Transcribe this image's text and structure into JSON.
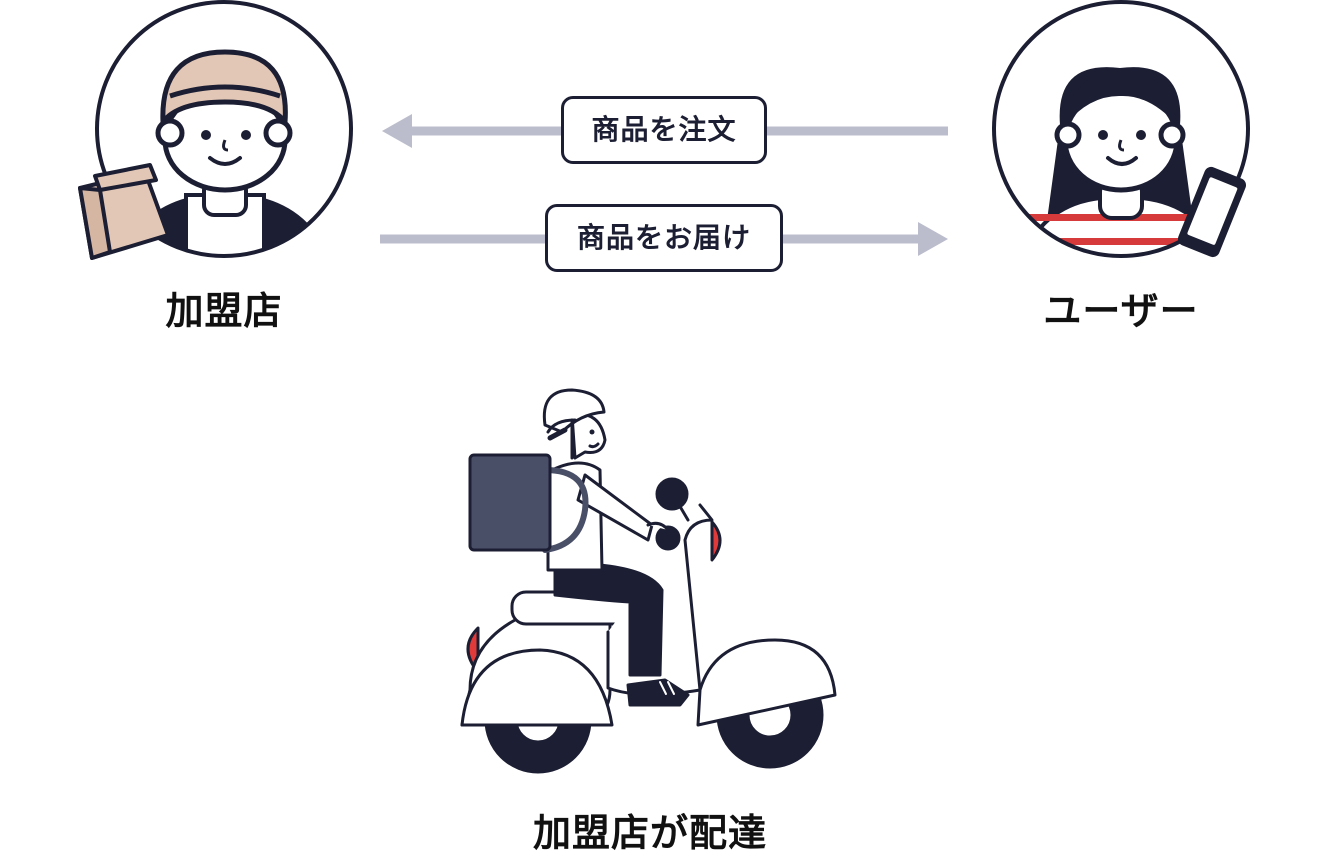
{
  "nodes": {
    "store_label": "加盟店",
    "user_label": "ユーザー"
  },
  "flows": {
    "order_label": "商品を注文",
    "deliver_label": "商品をお届け"
  },
  "bottom": {
    "caption": "加盟店が配達"
  },
  "colors": {
    "arrow": "#bcbdcc",
    "outline": "#1c1e33",
    "cap": "#e2c7b6",
    "stripe": "#d63a3a",
    "box": "#4a4f68",
    "lamp": "#e03a3a"
  }
}
